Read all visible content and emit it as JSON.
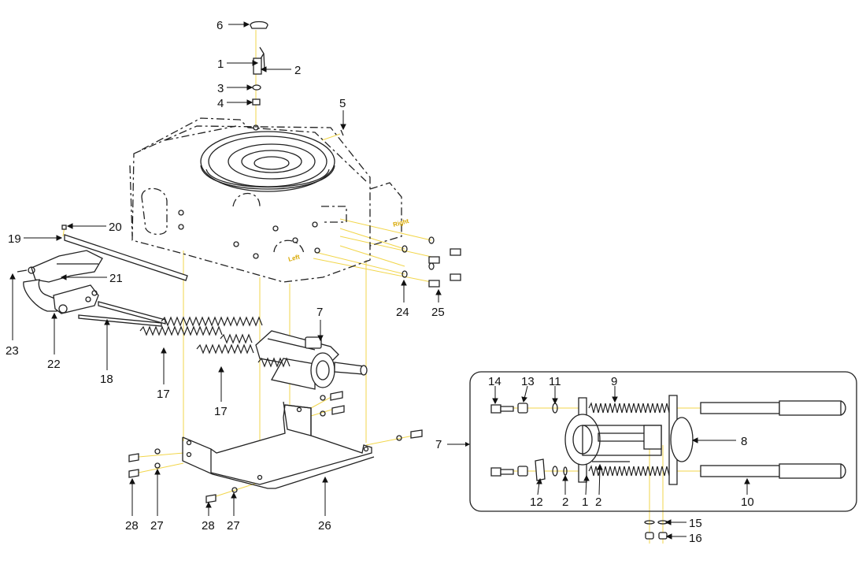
{
  "colors": {
    "guide_line": "#f2d64b",
    "side_label": "#d8a800",
    "line": "#222222",
    "background": "#ffffff"
  },
  "side_labels": {
    "right": "Right",
    "left": "Left"
  },
  "callouts": {
    "c6": "6",
    "c1": "1",
    "c2": "2",
    "c3": "3",
    "c4": "4",
    "c5": "5",
    "c20": "20",
    "c19": "19",
    "c21": "21",
    "c23": "23",
    "c22": "22",
    "c18": "18",
    "c17a": "17",
    "c17b": "17",
    "c7": "7",
    "c24": "24",
    "c25": "25",
    "c28a": "28",
    "c27a": "27",
    "c28b": "28",
    "c27b": "27",
    "c26": "26"
  },
  "detail": {
    "label": "7",
    "callouts": {
      "c14": "14",
      "c13": "13",
      "c11": "11",
      "c9": "9",
      "c8": "8",
      "c12": "12",
      "c2a": "2",
      "c1": "1",
      "c2b": "2",
      "c10": "10",
      "c15": "15",
      "c16": "16"
    }
  }
}
